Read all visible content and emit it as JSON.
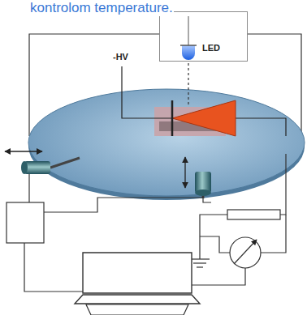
{
  "diagram": {
    "nodes": [
      {
        "text": [
          "LED"
        ]
      }
    ],
    "labels": [
      "kontrolom temperature.",
      "-HV"
    ]
  }
}
